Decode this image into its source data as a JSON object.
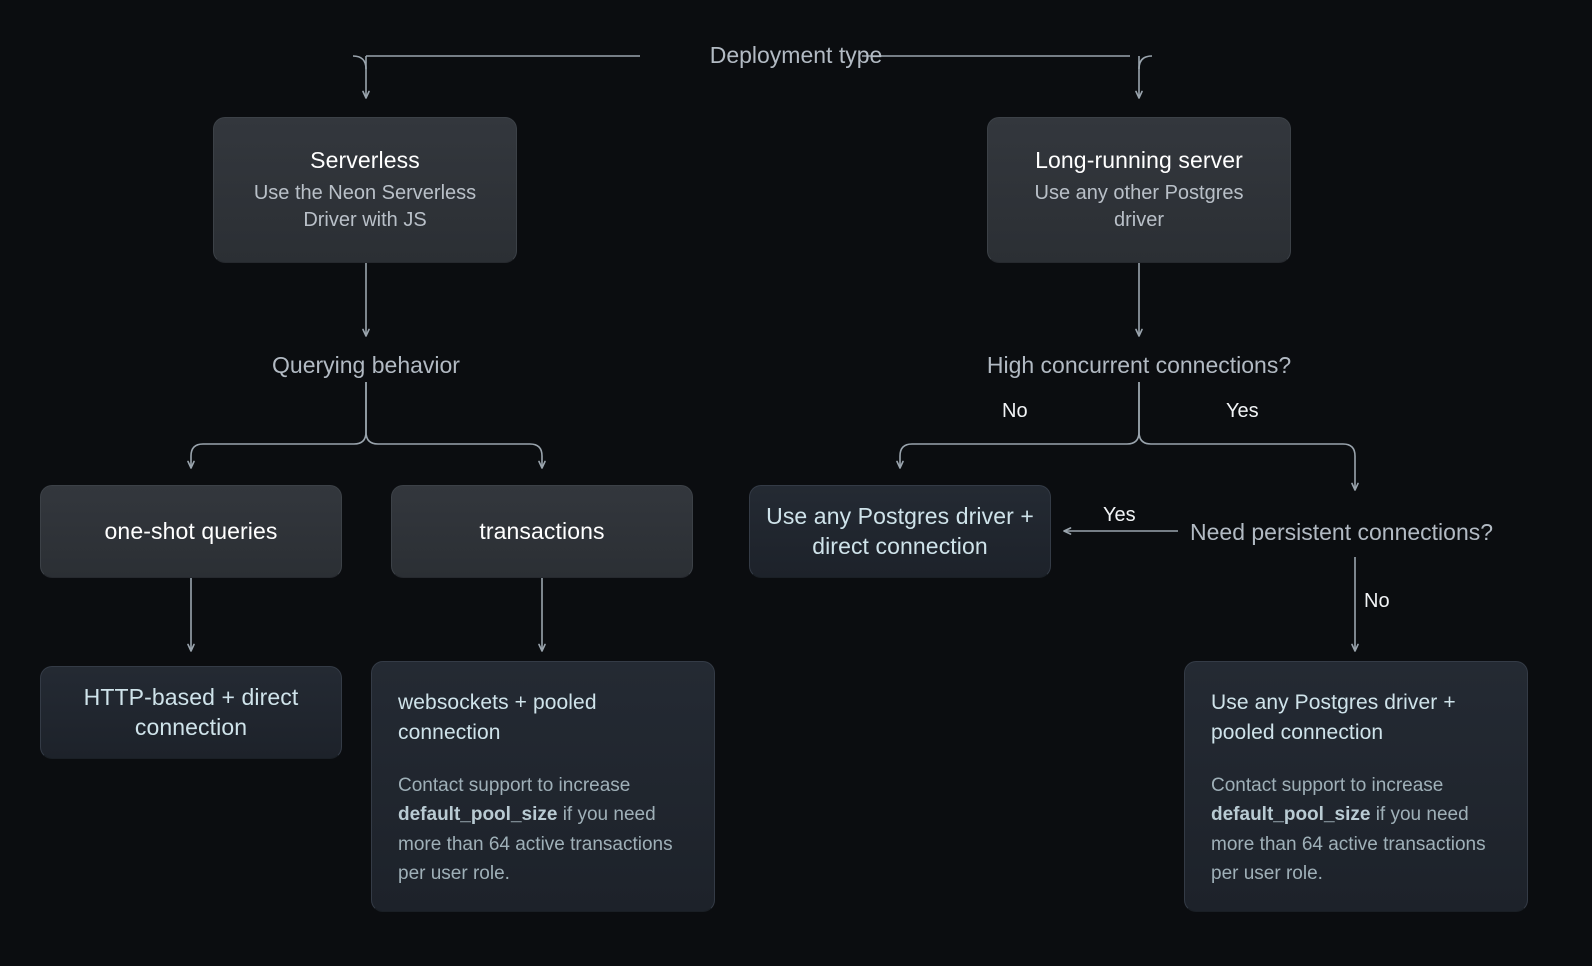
{
  "diagram": {
    "title": "Deployment type",
    "background_color": "#0b0d10",
    "line_color": "#9aa4ad",
    "nodes": {
      "serverless": {
        "title": "Serverless",
        "subtitle": "Use the Neon Serverless Driver with JS"
      },
      "long_running": {
        "title": "Long-running server",
        "subtitle": "Use any other Postgres driver"
      },
      "querying_behavior": {
        "label": "Querying behavior"
      },
      "high_concurrent": {
        "label": "High concurrent connections?"
      },
      "one_shot": {
        "title": "one-shot queries"
      },
      "transactions": {
        "title": "transactions"
      },
      "direct_driver": {
        "title": "Use any Postgres driver + direct connection"
      },
      "need_persistent": {
        "label": "Need persistent connections?"
      },
      "http_based": {
        "title": "HTTP-based + direct connection"
      },
      "websockets": {
        "title": "websockets + pooled connection",
        "note_before": "Contact support to increase ",
        "note_code": "default_pool_size",
        "note_after": " if you need more than 64 active transactions per user role."
      },
      "pooled_driver": {
        "title": "Use any Postgres driver + pooled connection",
        "note_before": "Contact support to increase ",
        "note_code": "default_pool_size",
        "note_after": " if you need more than 64 active transactions per user role."
      }
    },
    "edge_labels": {
      "concurrent_no": "No",
      "concurrent_yes": "Yes",
      "persistent_yes": "Yes",
      "persistent_no": "No"
    }
  }
}
